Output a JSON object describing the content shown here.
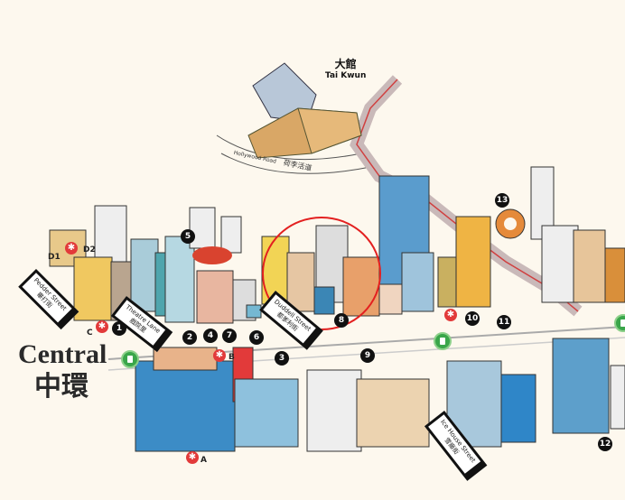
{
  "map": {
    "title": "Central",
    "title_zh": "中環",
    "landmark": {
      "name_zh": "大館",
      "name_en": "Tai Kwun"
    },
    "road_label": {
      "en": "Hollywood Road",
      "zh": "荷李活道"
    },
    "street_signs": [
      {
        "en": "Pedder Street",
        "zh": "畢打街"
      },
      {
        "en": "Theatre Lane",
        "zh": "戲院里"
      },
      {
        "en": "Duddell Street",
        "zh": "都爹利街"
      },
      {
        "en": "Ice House Street",
        "zh": "雪廠街"
      }
    ],
    "markers": [
      "1",
      "2",
      "3",
      "4",
      "5",
      "6",
      "7",
      "8",
      "9",
      "10",
      "11",
      "12",
      "13"
    ],
    "mtr_exits": [
      {
        "label": "C"
      },
      {
        "label": "B"
      },
      {
        "label": "A"
      },
      {
        "label": "D1"
      },
      {
        "label": "D2"
      }
    ],
    "mtr_icon": "mtr-logo-icon",
    "tram_icon": "tram-stop-icon",
    "highlight": {
      "marker": "8",
      "color": "#e32020"
    },
    "colors": {
      "background": "#fdf8ee",
      "mtr": "#e23a3a",
      "tram": "#3aa64a",
      "marker": "#111111"
    }
  }
}
